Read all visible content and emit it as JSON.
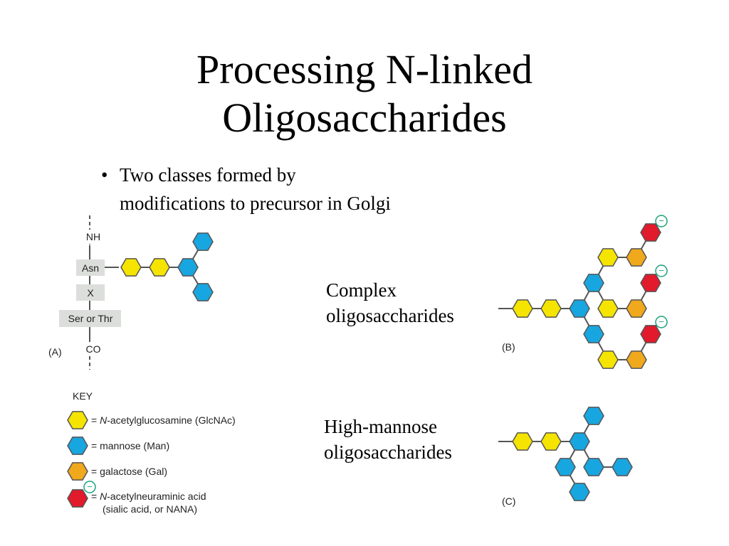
{
  "title": {
    "line1": "Processing N-linked",
    "line2": "Oligosaccharides"
  },
  "bullet": {
    "symbol": "•",
    "line1": "Two classes formed by",
    "line2": "modifications to precursor in Golgi"
  },
  "labels": {
    "complex": {
      "line1": "Complex",
      "line2": "oligosaccharides"
    },
    "high_mannose": {
      "line1": "High-mannose",
      "line2": "oligosaccharides"
    }
  },
  "panel_a": {
    "tag": "(A)",
    "chain": {
      "nh": "NH",
      "asn": "Asn",
      "x": "X",
      "ser_thr": "Ser or Thr",
      "co": "CO"
    }
  },
  "panel_b": {
    "tag": "(B)"
  },
  "panel_c": {
    "tag": "(C)"
  },
  "key": {
    "title": "KEY",
    "items": [
      {
        "id": "glcnac",
        "prefix": "= ",
        "italic": "N",
        "rest": "-acetylglucosamine (GlcNAc)",
        "color": "#f5e400"
      },
      {
        "id": "man",
        "prefix": "= ",
        "italic": "",
        "rest": "mannose (Man)",
        "color": "#18a6e0"
      },
      {
        "id": "gal",
        "prefix": "= ",
        "italic": "",
        "rest": "galactose (Gal)",
        "color": "#f0a81c"
      },
      {
        "id": "nana",
        "prefix": "= ",
        "italic": "N",
        "rest": "-acetylneuraminic acid",
        "rest2": "(sialic acid, or NANA)",
        "color": "#e11a2c"
      }
    ]
  },
  "charge_symbol": "−",
  "colors": {
    "glcnac": "#f5e400",
    "man": "#18a6e0",
    "gal": "#f0a81c",
    "nana": "#e11a2c",
    "chain_box": "#dcdedb"
  }
}
